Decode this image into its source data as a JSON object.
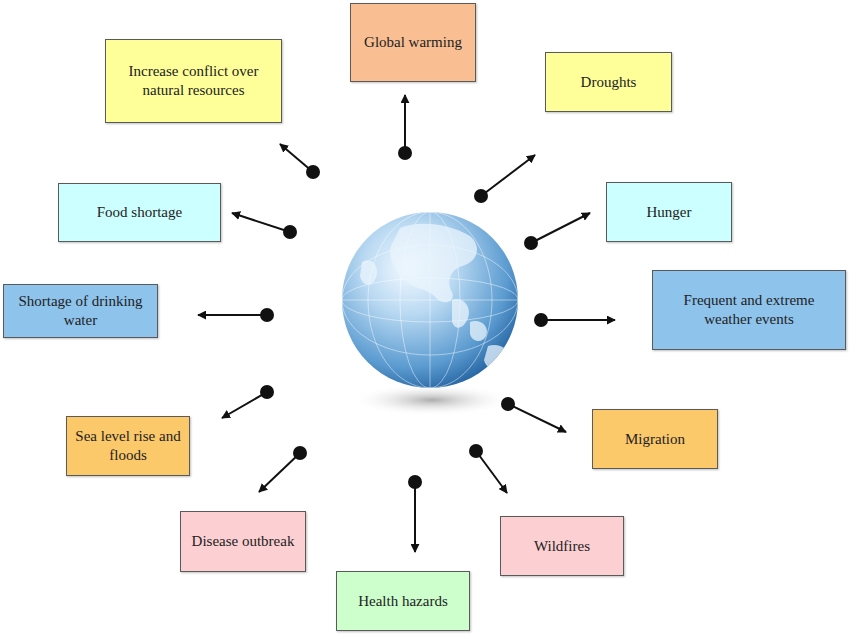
{
  "diagram": {
    "nodes": [
      {
        "text": [
          "Global warming"
        ]
      },
      {
        "text": [
          "Increase conflict over natural resources"
        ]
      },
      {
        "text": [
          "Droughts"
        ]
      },
      {
        "text": [
          "Food shortage"
        ]
      },
      {
        "text": [
          "Hunger"
        ]
      },
      {
        "text": [
          "Frequent and extreme weather events"
        ]
      },
      {
        "text": [
          "Shortage of drinking water"
        ]
      },
      {
        "text": [
          "Migration"
        ]
      },
      {
        "text": [
          "Sea level rise and floods"
        ]
      },
      {
        "text": [
          "Disease outbreak"
        ]
      },
      {
        "text": [
          "Wildfires"
        ]
      },
      {
        "text": [
          "Health hazards"
        ]
      }
    ]
  }
}
